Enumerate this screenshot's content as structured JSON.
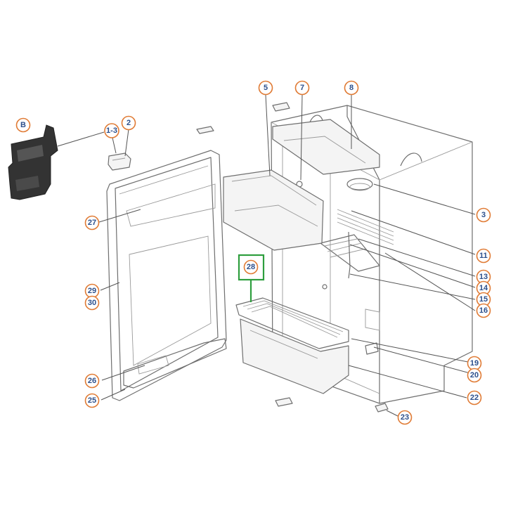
{
  "callouts": [
    {
      "id": "B"
    },
    {
      "id": "1-3"
    },
    {
      "id": "2"
    },
    {
      "id": "5"
    },
    {
      "id": "7"
    },
    {
      "id": "8"
    },
    {
      "id": "3"
    },
    {
      "id": "11"
    },
    {
      "id": "13"
    },
    {
      "id": "14"
    },
    {
      "id": "15"
    },
    {
      "id": "16"
    },
    {
      "id": "27"
    },
    {
      "id": "28"
    },
    {
      "id": "29"
    },
    {
      "id": "30"
    },
    {
      "id": "26"
    },
    {
      "id": "25"
    },
    {
      "id": "19"
    },
    {
      "id": "20"
    },
    {
      "id": "22"
    },
    {
      "id": "23"
    }
  ],
  "highlighted_callout": "28",
  "colors": {
    "callout_ring": "#e07b35",
    "callout_text": "#2b4f8c",
    "highlight": "#2e9e3e",
    "line_art": "#6f6f6f",
    "insert_part": "#333333"
  }
}
